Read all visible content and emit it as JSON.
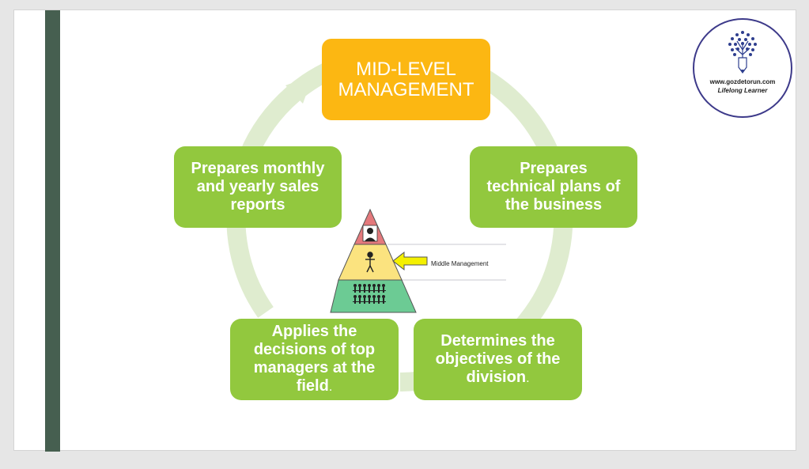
{
  "diagram": {
    "top_box": {
      "line1": "MID-LEVEL",
      "line2": "MANAGEMENT"
    },
    "boxes": [
      {
        "lines": [
          "Prepares",
          "technical plans of",
          "the business"
        ],
        "trailing": ""
      },
      {
        "lines": [
          "Determines the",
          "objectives of the",
          "division"
        ],
        "trailing": "."
      },
      {
        "lines": [
          "Applies the",
          "decisions of top",
          "managers at the",
          "field"
        ],
        "trailing": "."
      },
      {
        "lines": [
          "Prepares monthly",
          "and yearly sales",
          "reports"
        ],
        "trailing": ""
      }
    ],
    "pyramid": {
      "label": "Middle Management",
      "icons": [
        "manager-icon",
        "person-icon",
        "crowd-icon",
        "arrow-left-icon"
      ]
    }
  },
  "logo": {
    "url": "www.gozdetorun.com",
    "tagline": "Lifelong Learner"
  },
  "colors": {
    "accent_bar": "#465f50",
    "top_box": "#fcb712",
    "green_box": "#92c83e",
    "cycle_arrow": "#dfeccf",
    "pyramid_top": "#e4797c",
    "pyramid_mid": "#fbe37f",
    "pyramid_bottom": "#6ccb94",
    "pointer_arrow": "#f4f000",
    "logo_ring": "#3d3a8a"
  }
}
